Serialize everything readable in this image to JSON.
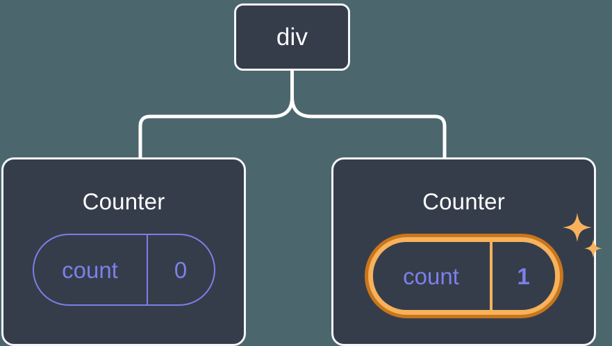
{
  "diagram": {
    "type": "component-tree",
    "background_color": "#4C666E",
    "node_fill": "#353D4B",
    "node_border": "#F4F6F8",
    "connector_color": "#FFFFFF",
    "accent_purple": "#7C80E8",
    "accent_orange_outer": "#C8761C",
    "accent_orange_inner": "#F8B25C"
  },
  "root": {
    "label": "div"
  },
  "children": [
    {
      "label": "Counter",
      "state": {
        "key": "count",
        "value": "0",
        "highlighted": false
      }
    },
    {
      "label": "Counter",
      "state": {
        "key": "count",
        "value": "1",
        "highlighted": true
      },
      "sparkle_icons": [
        "sparkle-large",
        "sparkle-small"
      ]
    }
  ]
}
